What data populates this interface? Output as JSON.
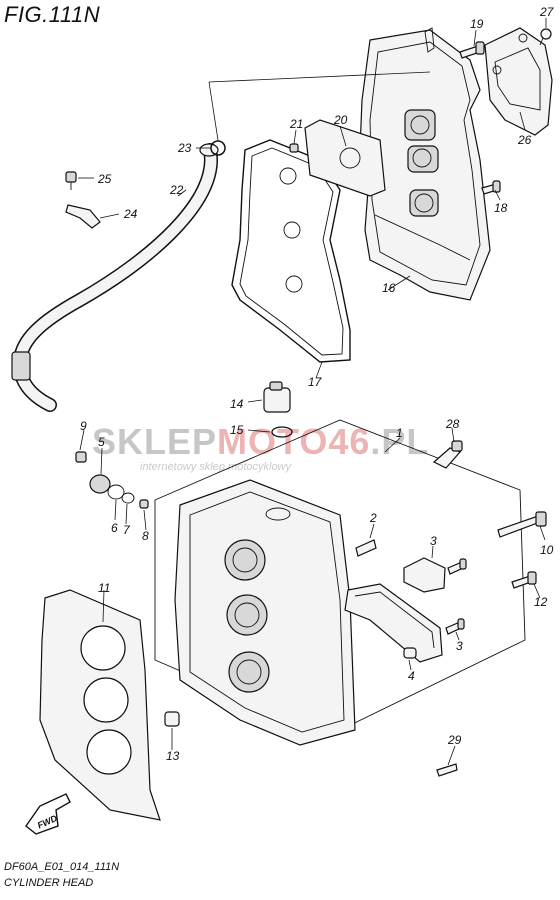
{
  "figure": {
    "title": "FIG.111N",
    "code": "DF60A_E01_014_111N",
    "name": "CYLINDER HEAD"
  },
  "watermark": {
    "brand_part1": "SKLEP",
    "brand_part2": "MOTO",
    "brand_part3": "46",
    "brand_part4": ".PL",
    "tagline": "internetowy sklep motocyklowy",
    "color_gray": "#b8b8b8",
    "color_red": "#e9a5a5"
  },
  "fwd_badge": {
    "label": "FWD"
  },
  "callouts": [
    {
      "num": "1"
    },
    {
      "num": "2"
    },
    {
      "num": "3"
    },
    {
      "num": "3"
    },
    {
      "num": "4"
    },
    {
      "num": "5"
    },
    {
      "num": "6"
    },
    {
      "num": "7"
    },
    {
      "num": "8"
    },
    {
      "num": "9"
    },
    {
      "num": "10"
    },
    {
      "num": "11"
    },
    {
      "num": "12"
    },
    {
      "num": "13"
    },
    {
      "num": "14"
    },
    {
      "num": "15"
    },
    {
      "num": "16"
    },
    {
      "num": "17"
    },
    {
      "num": "18"
    },
    {
      "num": "19"
    },
    {
      "num": "20"
    },
    {
      "num": "21"
    },
    {
      "num": "22"
    },
    {
      "num": "23"
    },
    {
      "num": "24"
    },
    {
      "num": "25"
    },
    {
      "num": "26"
    },
    {
      "num": "27"
    },
    {
      "num": "28"
    },
    {
      "num": "29"
    }
  ]
}
